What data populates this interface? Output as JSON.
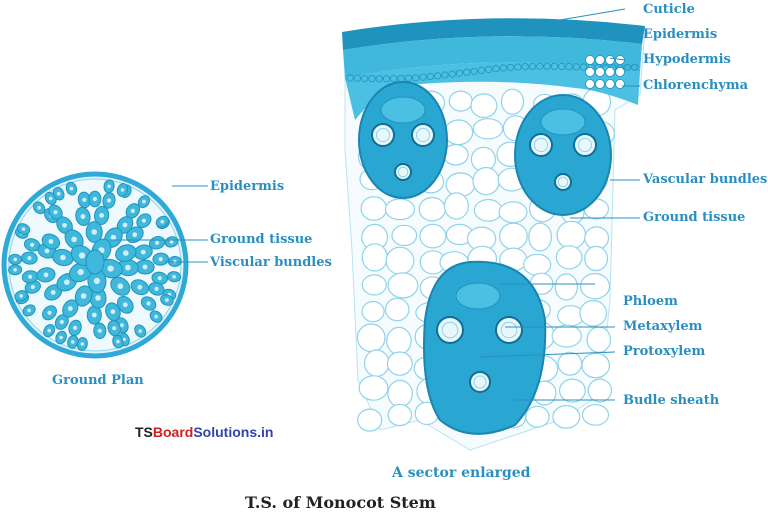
{
  "ground_plan": {
    "labels": {
      "epidermis": "Epidermis",
      "ground_tissue": "Ground tissue",
      "vascular_bundles": "Viscular bundles"
    },
    "caption": "Ground Plan"
  },
  "sector": {
    "labels": {
      "cuticle": "Cuticle",
      "epidermis": "Epidermis",
      "hypodermis": "Hypodermis",
      "chlorenchyma": "Chlorenchyma",
      "vascular_bundles": "Vascular bundles",
      "ground_tissue": "Ground tissue",
      "phloem": "Phloem",
      "metaxylem": "Metaxylem",
      "protoxylem": "Protoxylem",
      "bundle_sheath": "Budle sheath"
    },
    "caption": "A sector enlarged"
  },
  "watermark": {
    "part1": "TS",
    "part2": "Board",
    "part3": "Solutions.in"
  },
  "title": "T.S. of Monocot Stem",
  "colors": {
    "tissue": "#3fb8dc",
    "tissue_dark": "#1f93bd",
    "cell_fill": "#ffffff",
    "cell_stroke": "#8fd3ea",
    "label": "#2a8fc0",
    "caption": "#2a8fc0"
  }
}
